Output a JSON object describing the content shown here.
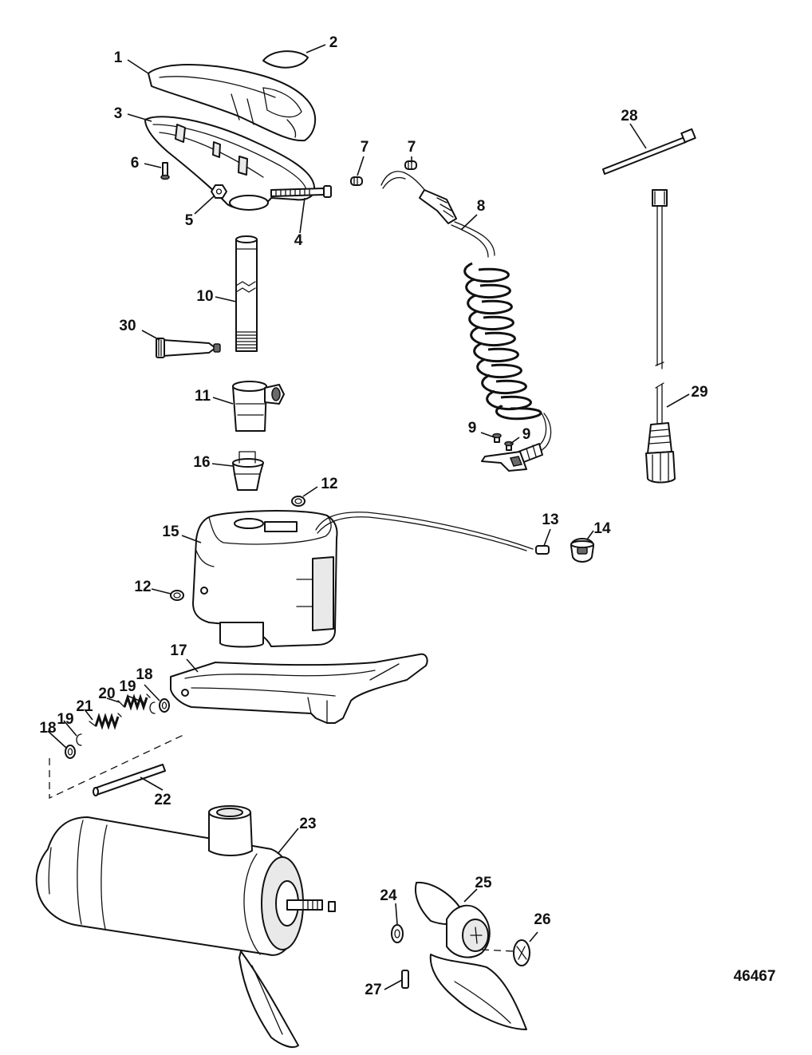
{
  "diagram": {
    "reference_number": "46467",
    "callouts": [
      "1",
      "2",
      "3",
      "4",
      "5",
      "6",
      "7",
      "8",
      "9",
      "10",
      "11",
      "12",
      "13",
      "14",
      "15",
      "16",
      "17",
      "18",
      "19",
      "20",
      "21",
      "22",
      "23",
      "24",
      "25",
      "26",
      "27",
      "28",
      "29",
      "30"
    ]
  }
}
